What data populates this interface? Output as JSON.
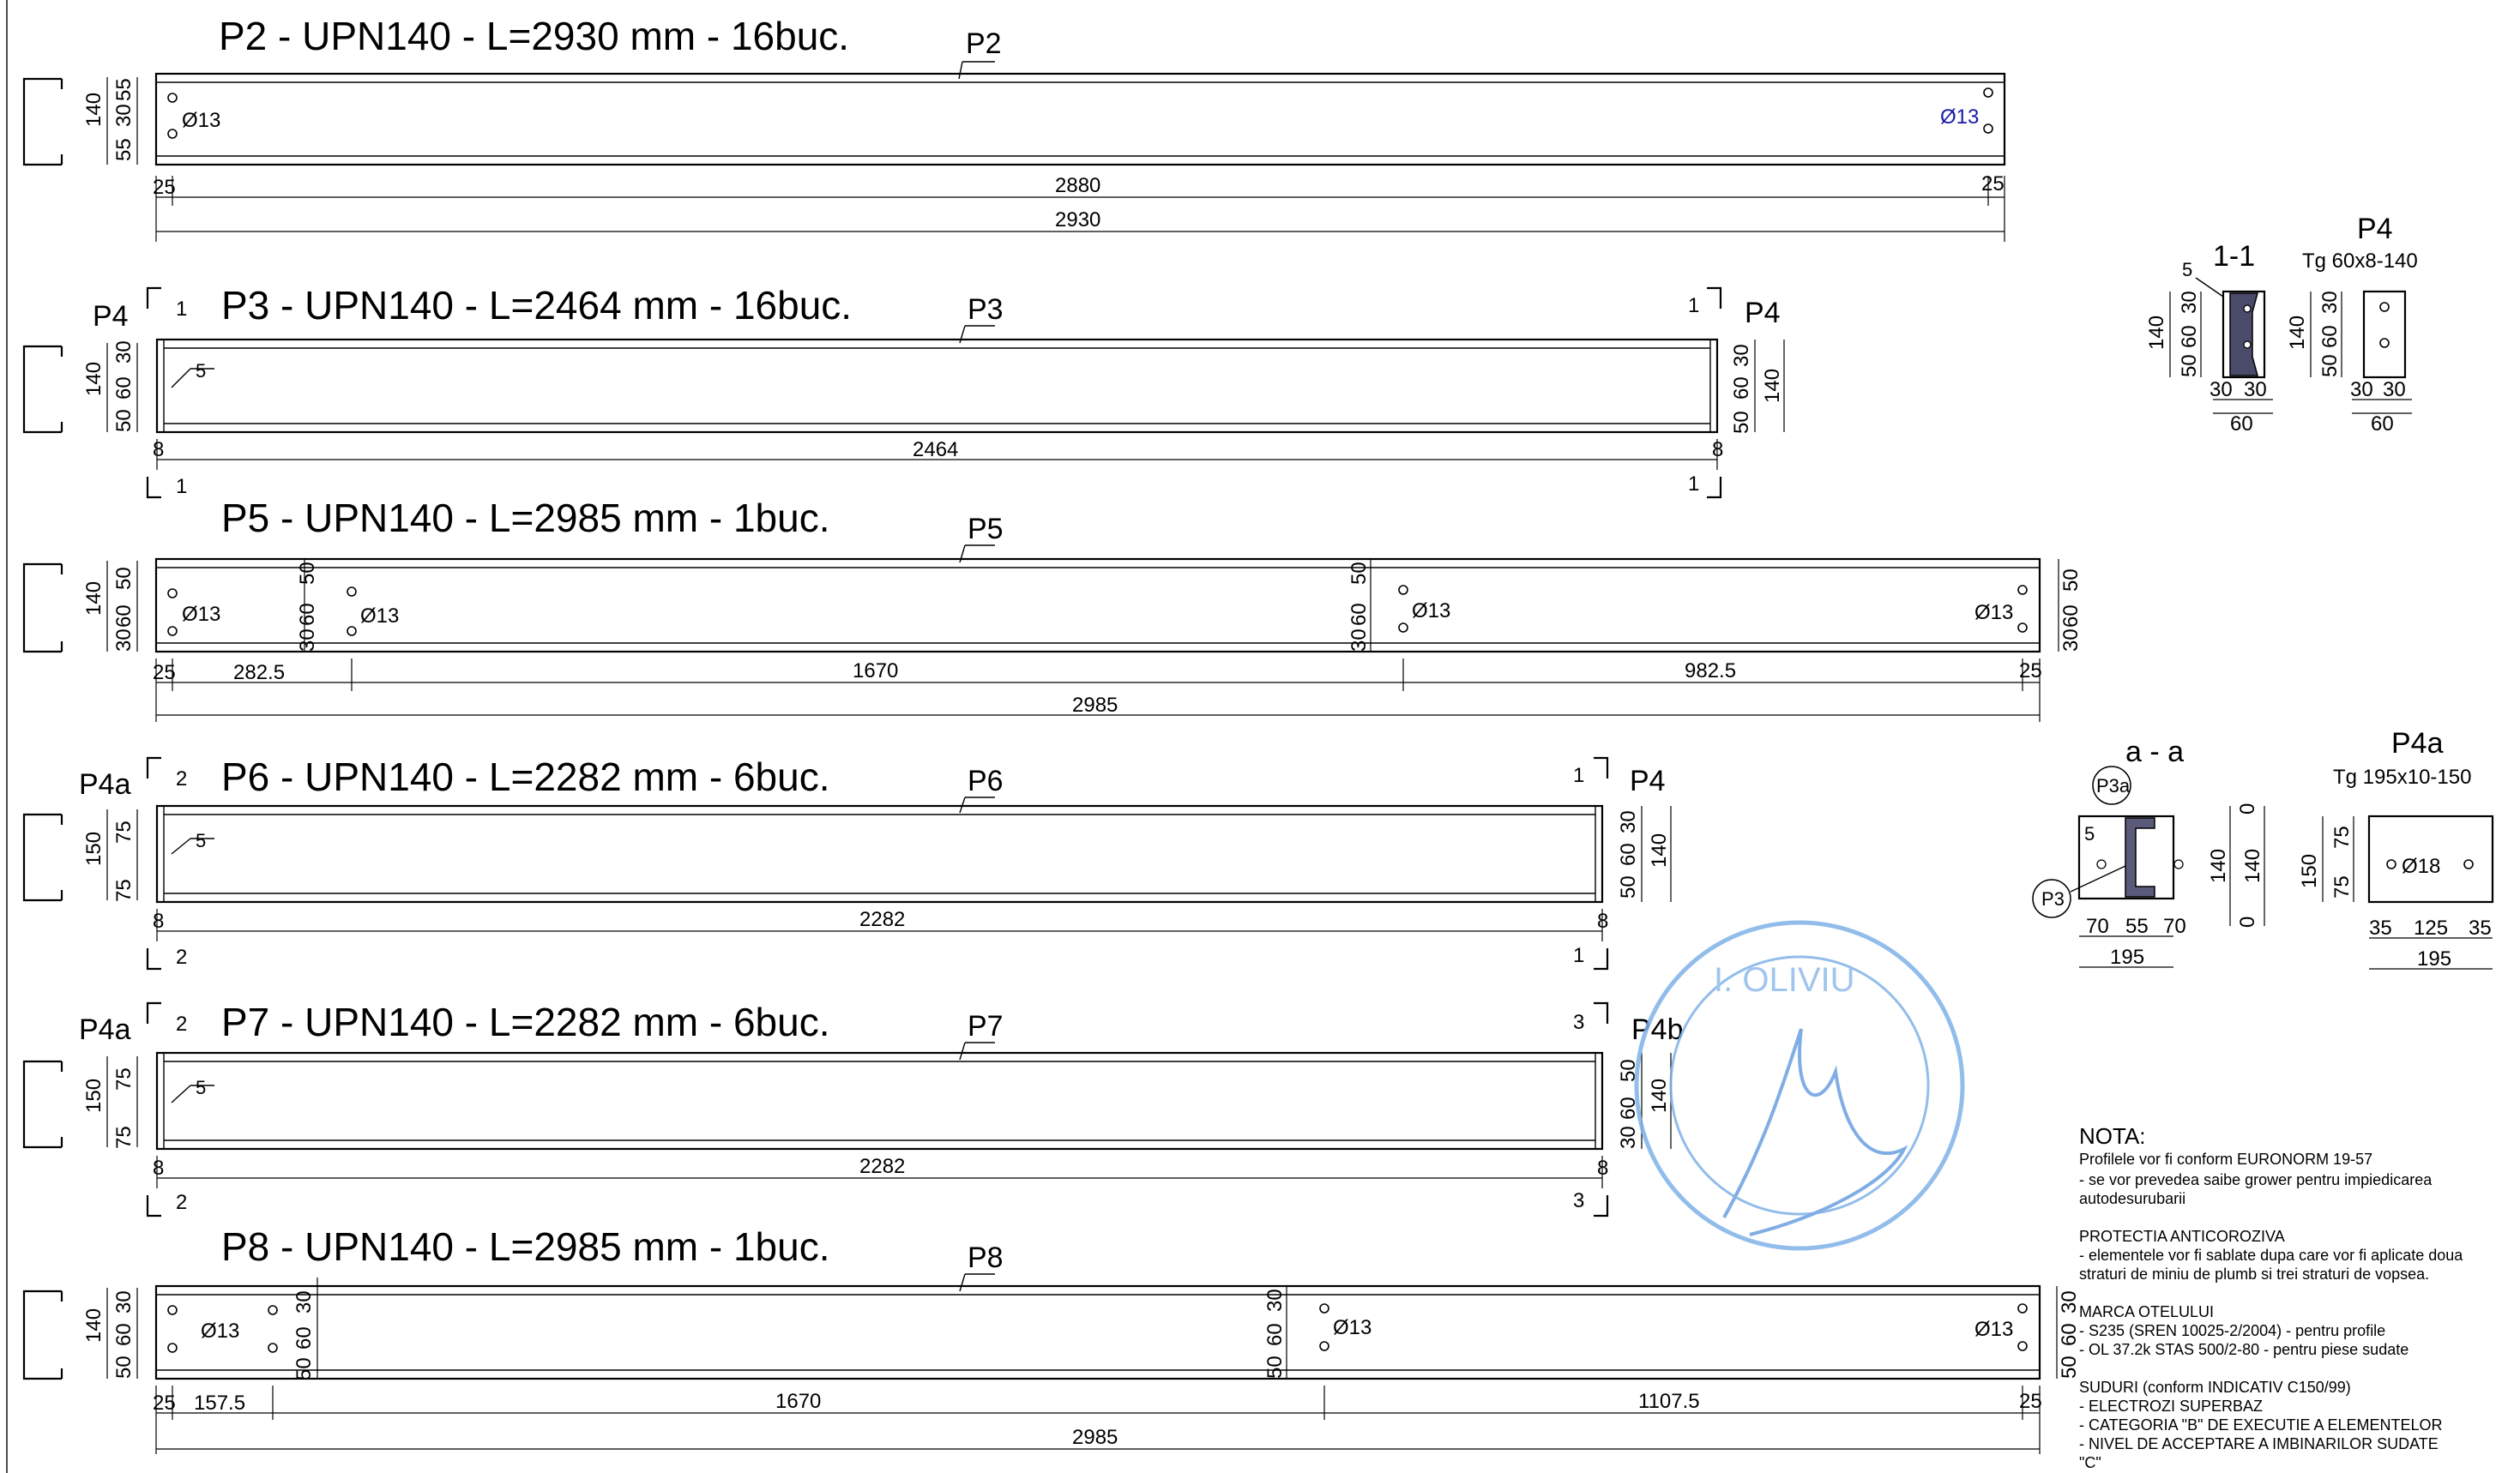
{
  "beams": [
    {
      "id": "p2",
      "title": "P2 - UPN140 - L=2930 mm - 16buc.",
      "mark": "P2",
      "section_height": "140",
      "section_dims": [
        "55",
        "30",
        "55"
      ],
      "hole_label_left": "Ø13",
      "hole_label_right": "Ø13",
      "dims_row1": [
        "25",
        "2880",
        "25"
      ],
      "dim_total": "2930"
    },
    {
      "id": "p3",
      "title": "P3 - UPN140 - L=2464 mm - 16buc.",
      "mark": "P3",
      "section_height": "140",
      "section_dims": [
        "50",
        "60",
        "30"
      ],
      "end_plate_left": "P4",
      "end_plate_right": "P4",
      "weld": "5",
      "cut_left_top": "1",
      "cut_right_top": "1",
      "cut_left_bottom": "1",
      "cut_right_bottom": "1",
      "right_dims": [
        "30",
        "60",
        "50"
      ],
      "right_height": "140",
      "dims_row1": [
        "8",
        "2464",
        "8"
      ]
    },
    {
      "id": "p5",
      "title": "P5 - UPN140 - L=2985 mm - 1buc.",
      "mark": "P5",
      "section_height": "140",
      "section_dims": [
        "30",
        "60",
        "50"
      ],
      "inner_dims_a": [
        "30",
        "60",
        "50"
      ],
      "inner_dims_b": [
        "30",
        "60",
        "50"
      ],
      "hole_labels": [
        "Ø13",
        "Ø13",
        "Ø13",
        "Ø13"
      ],
      "right_dims": [
        "50",
        "60",
        "30"
      ],
      "dims_row1": [
        "25",
        "282.5",
        "1670",
        "982.5",
        "25"
      ],
      "dim_total": "2985"
    },
    {
      "id": "p6",
      "title": "P6 - UPN140 - L=2282 mm - 6buc.",
      "mark": "P6",
      "section_height": "150",
      "section_dims": [
        "75",
        "75"
      ],
      "end_plate_left": "P4a",
      "end_plate_right": "P4",
      "weld": "5",
      "cut_left_top": "2",
      "cut_right_top": "1",
      "cut_left_bottom": "2",
      "cut_right_bottom": "1",
      "right_dims": [
        "30",
        "60",
        "50"
      ],
      "right_height": "140",
      "dims_row1": [
        "8",
        "2282",
        "8"
      ]
    },
    {
      "id": "p7",
      "title": "P7 - UPN140 - L=2282 mm - 6buc.",
      "mark": "P7",
      "section_height": "150",
      "section_dims": [
        "75",
        "75"
      ],
      "end_plate_left": "P4a",
      "end_plate_right": "P4b",
      "weld": "5",
      "cut_left_top": "2",
      "cut_right_top": "3",
      "cut_left_bottom": "2",
      "cut_right_bottom": "3",
      "right_dims": [
        "50",
        "60",
        "30"
      ],
      "right_height": "140",
      "dims_row1": [
        "8",
        "2282",
        "8"
      ]
    },
    {
      "id": "p8",
      "title": "P8 - UPN140 - L=2985 mm - 1buc.",
      "mark": "P8",
      "section_height": "140",
      "section_dims": [
        "50",
        "60",
        "30"
      ],
      "inner_dims_a": [
        "50",
        "60",
        "30"
      ],
      "inner_dims_b": [
        "50",
        "60",
        "30"
      ],
      "hole_labels": [
        "Ø13",
        "Ø13",
        "Ø13"
      ],
      "right_dims": [
        "30",
        "60",
        "50"
      ],
      "dims_row1": [
        "25",
        "157.5",
        "1670",
        "1107.5",
        "25"
      ],
      "dim_total": "2985"
    }
  ],
  "detail_p4": {
    "section_title": "1-1",
    "plate_title": "P4",
    "plate_spec": "Tg 60x8-140",
    "weld": "5",
    "height": "140",
    "vdims": [
      "50",
      "60",
      "30"
    ],
    "hdims": [
      "30",
      "30"
    ],
    "width": "60"
  },
  "detail_p4a": {
    "section_title": "a - a",
    "plate_title": "P4a",
    "plate_spec": "Tg 195x10-150",
    "label_p3a": "P3a",
    "label_p3": "P3",
    "weld": "5",
    "hdims": [
      "70",
      "55",
      "70"
    ],
    "width": "195",
    "right_height_a": "140",
    "right_height_b": "140",
    "right_zero_top": "0",
    "right_zero_bottom": "0",
    "plate_height": "150",
    "plate_vdims": [
      "75",
      "75"
    ],
    "hole": "Ø18",
    "plate_hdims": [
      "35",
      "125",
      "35"
    ],
    "plate_width": "195"
  },
  "notes": {
    "heading": "NOTA:",
    "lines": [
      "Profilele vor fi conform EURONORM 19-57",
      "-        se vor prevedea  saibe grower pentru impiedicarea",
      "autodesurubarii",
      "",
      "PROTECTIA ANTICOROZIVA",
      "-        elementele vor fi sablate dupa care vor fi aplicate doua",
      "straturi de miniu de plumb si trei straturi de vopsea.",
      "",
      "MARCA OTELULUI",
      "-        S235 (SREN 10025-2/2004) - pentru profile",
      "-        OL 37.2k STAS 500/2-80 - pentru piese sudate",
      "",
      "SUDURI (conform INDICATIV C150/99)",
      "-        ELECTROZI SUPERBAZ",
      "-        CATEGORIA \"B\" DE EXECUTIE A ELEMENTELOR",
      "-        NIVEL DE ACCEPTARE A IMBINARILOR SUDATE",
      "\"C\""
    ]
  },
  "stamp": {
    "text": "I. OLIVIU",
    "color": "#8fbcec"
  }
}
